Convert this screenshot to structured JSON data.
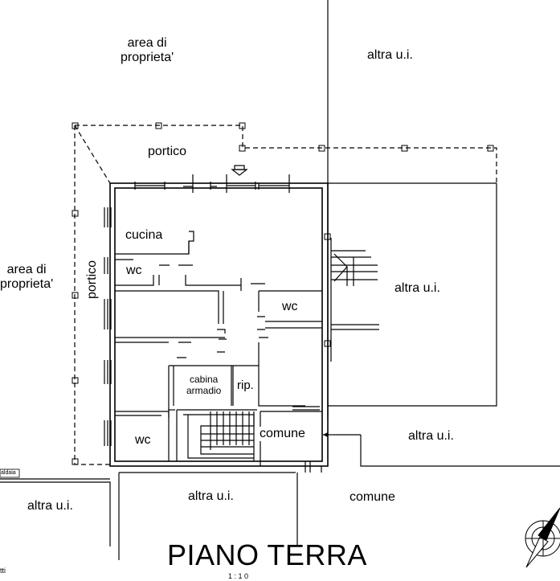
{
  "plan": {
    "title": "PIANO TERRA",
    "scale_fragment": "1 : 1 0",
    "labels": {
      "area_top": "area di\nproprieta'",
      "area_left": "area di\nproprieta'",
      "altra_top_right": "altra u.i.",
      "altra_right_mid": "altra u.i.",
      "altra_right_low": "altra u.i.",
      "altra_bottom_mid": "altra u.i.",
      "altra_bottom_left": "altra u.i.",
      "comune_inside": "comune",
      "comune_bottom": "comune",
      "portico_top": "portico",
      "portico_left": "portico",
      "cucina": "cucina",
      "wc_1": "wc",
      "wc_2": "wc",
      "wc_3": "wc",
      "cabina": "cabina\narmadio",
      "rip": "rip.",
      "side_tag": "aldaia",
      "corner_tag": "tti"
    },
    "colors": {
      "line": "#000000",
      "background": "#ffffff"
    },
    "icons": {
      "north": "north-arrow-icon",
      "entrance": "entrance-arrow-icon"
    }
  }
}
